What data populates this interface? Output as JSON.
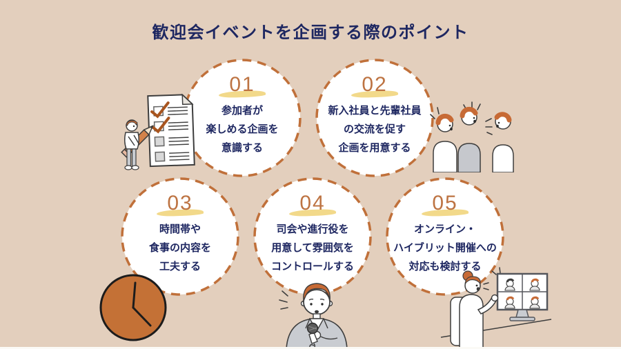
{
  "title": "歓迎会イベントを企画する際のポイント",
  "points": [
    {
      "number": "01",
      "lines": [
        "参加者が",
        "楽しめる企画を",
        "意識する"
      ]
    },
    {
      "number": "02",
      "lines": [
        "新入社員と先輩社員",
        "の交流を促す",
        "企画を用意する"
      ]
    },
    {
      "number": "03",
      "lines": [
        "時間帯や",
        "食事の内容を",
        "工夫する"
      ]
    },
    {
      "number": "04",
      "lines": [
        "司会や進行役を",
        "用意して雰囲気を",
        "コントロールする"
      ]
    },
    {
      "number": "05",
      "lines": [
        "オンライン・",
        "ハイブリット開催への",
        "対応も検討する"
      ]
    }
  ],
  "illustrations": [
    "checklist-pencil-illustration",
    "talking-people-illustration",
    "clock-illustration",
    "mc-microphone-illustration",
    "video-call-illustration"
  ],
  "colors": {
    "background": "#e3cfbd",
    "circle_fill": "#ffffff",
    "dashed_border": "#c0703a",
    "number": "#bd7342",
    "number_highlight": "#f0d276",
    "text": "#1e2761",
    "illustration_orange": "#c76a35",
    "clock_orange": "#c47136",
    "illustration_gray": "#c9ccd1"
  }
}
